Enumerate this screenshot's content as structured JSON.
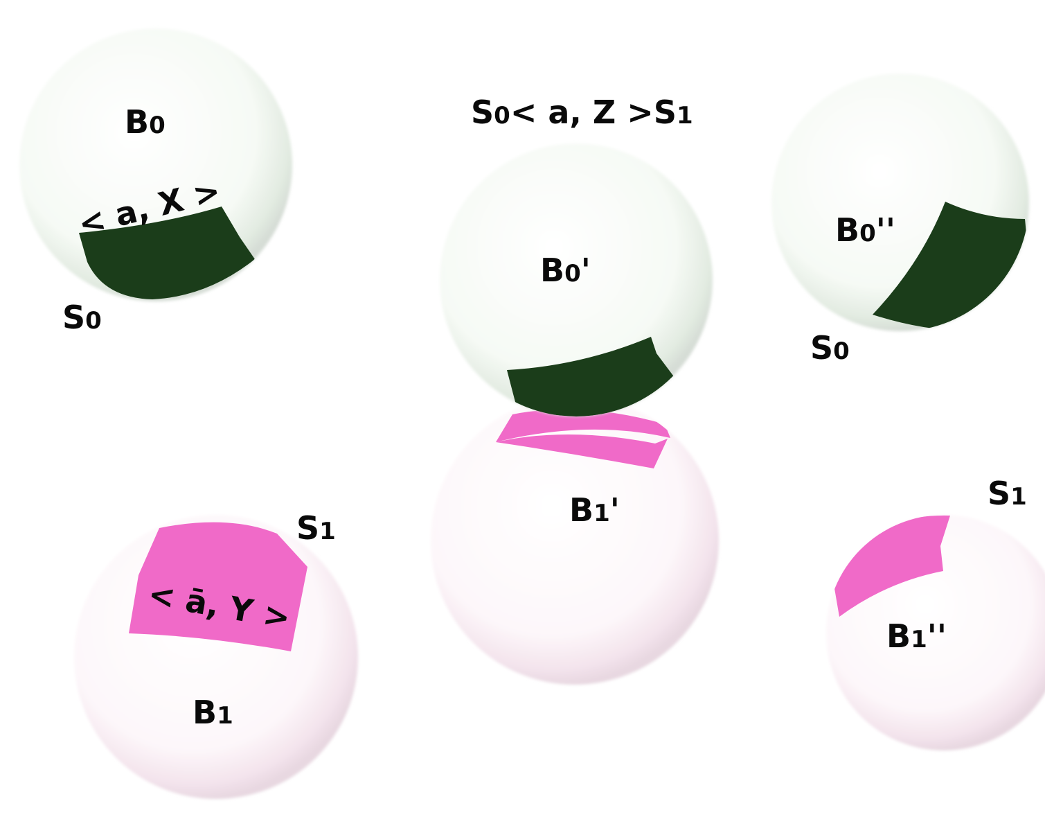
{
  "colors": {
    "green_patch": "#1b3d1a",
    "pink_patch": "#f06ac8",
    "sphere_green_tint": "#eef6ee",
    "sphere_pink_tint": "#fbf0f6"
  },
  "spheres": [
    {
      "name": "B0",
      "label": "B",
      "sub": "0",
      "suffix": ""
    },
    {
      "name": "B0'",
      "label": "B",
      "sub": "0",
      "suffix": "'"
    },
    {
      "name": "B0''",
      "label": "B",
      "sub": "0",
      "suffix": "''"
    },
    {
      "name": "B1",
      "label": "B",
      "sub": "1",
      "suffix": ""
    },
    {
      "name": "B1'",
      "label": "B",
      "sub": "1",
      "suffix": "'"
    },
    {
      "name": "B1''",
      "label": "B",
      "sub": "1",
      "suffix": "''"
    }
  ],
  "patches": {
    "x": "< a, X >",
    "y": "< ā, Y >",
    "z": {
      "left": "S",
      "left_sub": "0",
      "mid": "< a, Z >",
      "right": "S",
      "right_sub": "1"
    }
  },
  "sites": {
    "s": "S",
    "zero": "0",
    "one": "1"
  }
}
